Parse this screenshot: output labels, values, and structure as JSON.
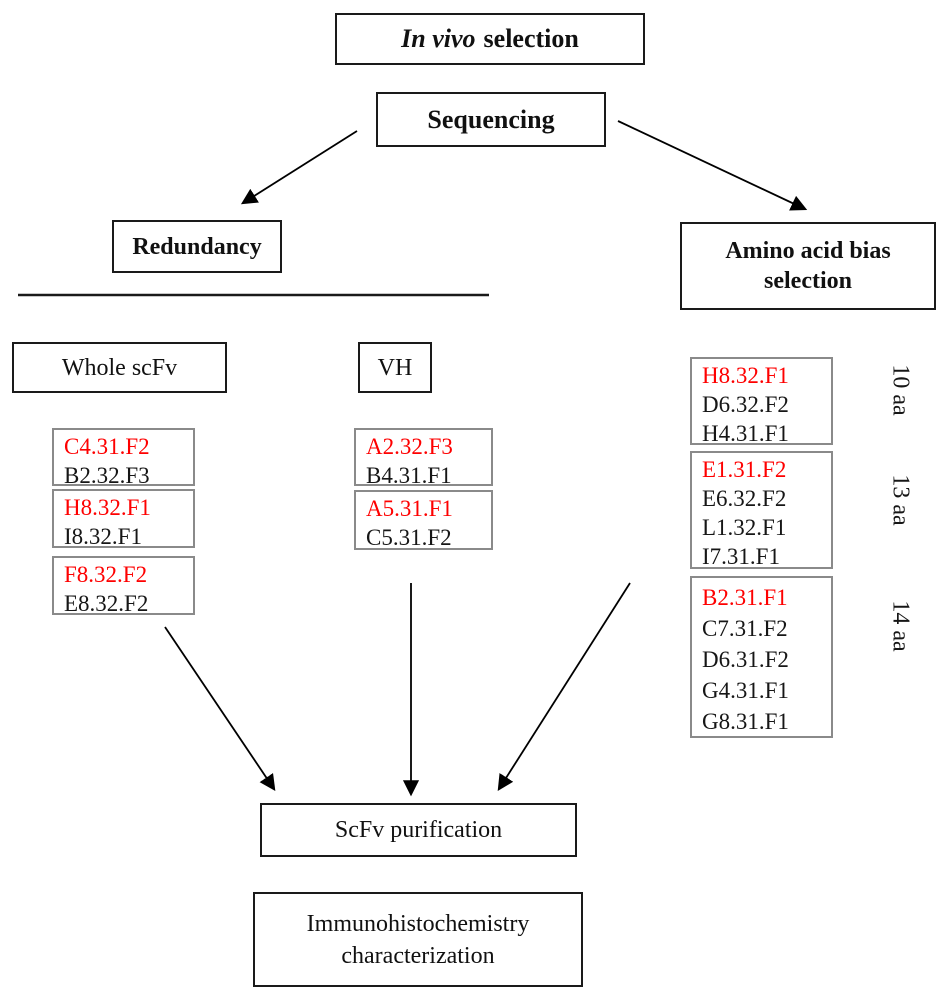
{
  "nodes": {
    "in_vivo_italic": "In vivo",
    "in_vivo_rest": "selection",
    "sequencing": "Sequencing",
    "redundancy": "Redundancy",
    "amino_bias": [
      "Amino acid bias",
      "selection"
    ],
    "whole_scfv": "Whole scFv",
    "vh": "VH",
    "scfv_purification": "ScFv purification",
    "ihc": [
      "Immunohistochemistry",
      "characterization"
    ]
  },
  "lists": {
    "whole_scfv": [
      [
        "C4.31.F2",
        "B2.32.F3"
      ],
      [
        "H8.32.F1",
        "I8.32.F1"
      ],
      [
        "F8.32.F2",
        "E8.32.F2"
      ]
    ],
    "vh": [
      [
        "A2.32.F3",
        "B4.31.F1"
      ],
      [
        "A5.31.F1",
        "C5.31.F2"
      ]
    ],
    "amino_bias": [
      [
        "H8.32.F1",
        "D6.32.F2",
        "H4.31.F1"
      ],
      [
        "E1.31.F2",
        "E6.32.F2",
        "L1.32.F1",
        "I7.31.F1"
      ],
      [
        "B2.31.F1",
        "C7.31.F2",
        "D6.31.F2",
        "G4.31.F1",
        "G8.31.F1"
      ]
    ]
  },
  "aa_labels": [
    "10 aa",
    "13 aa",
    "14 aa"
  ],
  "colors": {
    "highlight_red": "#fe0000",
    "node_border": "#1a1a1a",
    "list_border": "#8a8a8a",
    "arrow": "#000000"
  }
}
